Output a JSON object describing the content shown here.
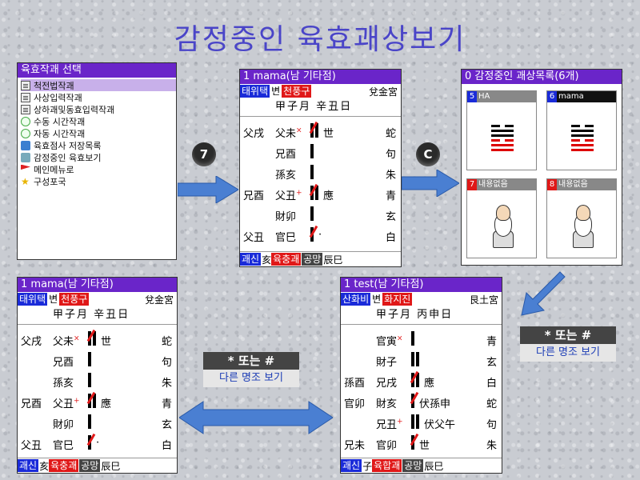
{
  "page": {
    "title": "감정중인 육효괘상보기"
  },
  "menu": {
    "header": "육효작괘 선택",
    "items": [
      {
        "label": "척전법작괘",
        "icon": "doc-icon",
        "selected": true
      },
      {
        "label": "사상입력작괘",
        "icon": "doc-icon"
      },
      {
        "label": "상하괘및동효입력작괘",
        "icon": "doc-icon"
      },
      {
        "label": "수동 시간작괘",
        "icon": "clock-icon"
      },
      {
        "label": "자동 시간작괘",
        "icon": "clock-icon"
      },
      {
        "label": "육효점사 저장목록",
        "icon": "save-icon"
      },
      {
        "label": "감정중인 육효보기",
        "icon": "view-icon"
      },
      {
        "label": "메인메뉴로",
        "icon": "flag-icon"
      },
      {
        "label": "구성포국",
        "icon": "star-icon"
      }
    ]
  },
  "keys": {
    "seven": "7",
    "c": "C"
  },
  "hex1": {
    "header": "1 mama(남 기타점)",
    "tag1": "태위택",
    "tag2": "변",
    "tag3": "천풍구",
    "palace": "兌金宮",
    "date": "甲子月 辛丑日",
    "rows": [
      {
        "left": "父戌",
        "rel": "父未",
        "mark": "×",
        "line": "yin",
        "moving": true,
        "extra": "世",
        "god": "蛇"
      },
      {
        "left": "",
        "rel": "兄酉",
        "mark": "",
        "line": "yang",
        "moving": false,
        "extra": "",
        "god": "句"
      },
      {
        "left": "",
        "rel": "孫亥",
        "mark": "",
        "line": "yang",
        "moving": false,
        "extra": "",
        "god": "朱"
      },
      {
        "left": "兄酉",
        "rel": "父丑",
        "mark": "+",
        "line": "yin",
        "moving": true,
        "extra": "應",
        "god": "青"
      },
      {
        "left": "",
        "rel": "財卯",
        "mark": "",
        "line": "yang",
        "moving": false,
        "extra": "",
        "god": "玄"
      },
      {
        "left": "父丑",
        "rel": "官巳",
        "mark": "",
        "line": "yang",
        "moving": true,
        "extra": "·",
        "god": "白"
      }
    ],
    "foot": {
      "t1": "괘신",
      "v1": "亥",
      "t2": "육충괘",
      "t3": "공망",
      "v3": "辰巳"
    }
  },
  "hex2": {
    "header": "1 mama(남 기타점)",
    "tag1": "태위택",
    "tag2": "변",
    "tag3": "천풍구",
    "palace": "兌金宮",
    "date": "甲子月 辛丑日",
    "rows": [
      {
        "left": "父戌",
        "rel": "父未",
        "mark": "×",
        "line": "yin",
        "moving": true,
        "extra": "世",
        "god": "蛇"
      },
      {
        "left": "",
        "rel": "兄酉",
        "mark": "",
        "line": "yang",
        "moving": false,
        "extra": "",
        "god": "句"
      },
      {
        "left": "",
        "rel": "孫亥",
        "mark": "",
        "line": "yang",
        "moving": false,
        "extra": "",
        "god": "朱"
      },
      {
        "left": "兄酉",
        "rel": "父丑",
        "mark": "+",
        "line": "yin",
        "moving": true,
        "extra": "應",
        "god": "青"
      },
      {
        "left": "",
        "rel": "財卯",
        "mark": "",
        "line": "yang",
        "moving": false,
        "extra": "",
        "god": "玄"
      },
      {
        "left": "父丑",
        "rel": "官巳",
        "mark": "",
        "line": "yang",
        "moving": true,
        "extra": "·",
        "god": "白"
      }
    ],
    "foot": {
      "t1": "괘신",
      "v1": "亥",
      "t2": "육충괘",
      "t3": "공망",
      "v3": "辰巳"
    }
  },
  "hex3": {
    "header": "1 test(남 기타점)",
    "tag1": "산화비",
    "tag2": "변",
    "tag3": "화지진",
    "palace": "艮土宮",
    "date": "甲子月 丙申日",
    "rows": [
      {
        "left": "",
        "rel": "官寅",
        "mark": "×",
        "line": "yang",
        "moving": false,
        "extra": "",
        "god": "青"
      },
      {
        "left": "",
        "rel": "財子",
        "mark": "",
        "line": "yin",
        "moving": false,
        "extra": "",
        "god": "玄"
      },
      {
        "left": "孫酉",
        "rel": "兄戌",
        "mark": "",
        "line": "yin",
        "moving": true,
        "extra": "應",
        "god": "白"
      },
      {
        "left": "官卯",
        "rel": "財亥",
        "mark": "",
        "line": "yang",
        "moving": true,
        "extra": "伏孫申",
        "god": "蛇"
      },
      {
        "left": "",
        "rel": "兄丑",
        "mark": "+",
        "line": "yin",
        "moving": false,
        "extra": "伏父午",
        "god": "句"
      },
      {
        "left": "兄未",
        "rel": "官卯",
        "mark": "",
        "line": "yang",
        "moving": true,
        "extra": "世",
        "god": "朱"
      }
    ],
    "foot": {
      "t1": "괘신",
      "v1": "子",
      "t2": "육합괘",
      "t3": "공망",
      "v3": "辰巳"
    }
  },
  "list": {
    "header": "0 감정중인 괘상목록(6개)",
    "cards": [
      {
        "num": "5",
        "label": "HA",
        "kind": "hex"
      },
      {
        "num": "6",
        "label": "mama",
        "kind": "hex"
      },
      {
        "num": "7",
        "label": "내용없음",
        "kind": "empty"
      },
      {
        "num": "8",
        "label": "내용없음",
        "kind": "empty"
      }
    ]
  },
  "label_right": {
    "top": "* 또는 #",
    "bottom": "다른 명조 보기"
  },
  "label_center": {
    "top": "* 또는 #",
    "bottom": "다른 명조 보기"
  }
}
